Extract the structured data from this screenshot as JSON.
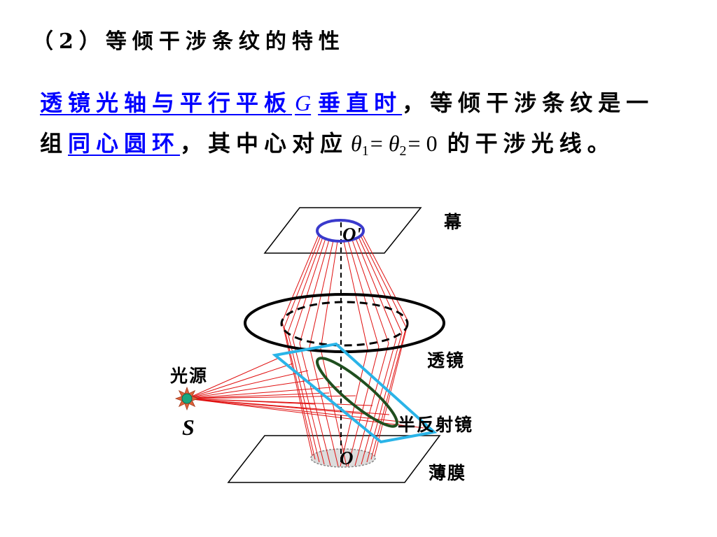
{
  "title": "（2）等倾干涉条纹的特性",
  "paragraph": {
    "line1": {
      "link_before": "透镜光轴与平行平板",
      "link_var": "G",
      "link_after": "垂直时",
      "rest": "，等倾干涉条纹是一"
    },
    "line2": {
      "start": "组",
      "link": "同心圆环",
      "middle": "，其中心对应",
      "math": {
        "symbol": "θ",
        "sub1": "1",
        "eq1": "=",
        "sub2": "2",
        "eq2": "=",
        "value": "0"
      },
      "end": "的干涉光线。"
    }
  },
  "diagram": {
    "screen_label": "幕",
    "screen_center_label": "O'",
    "lens_label": "透镜",
    "source_label": "光源",
    "source_symbol": "S",
    "mirror_label": "半反射镜",
    "film_center_label": "O",
    "film_label": "薄膜"
  },
  "icons": {
    "source": "light-source-icon"
  },
  "colors": {
    "link": "#0000ff",
    "screen_ring": "#3a3acc",
    "mirror": "#2ab4e8",
    "mirror_ellipse": "#1f4f1f",
    "rays": "#e01010",
    "source_core": "#1aa67f",
    "source_star": "#e0603a"
  }
}
